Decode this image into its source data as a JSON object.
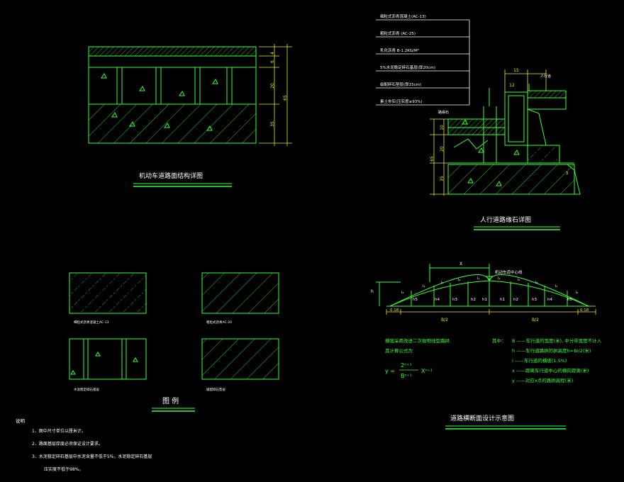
{
  "drawing": {
    "pavement_section": {
      "title": "机动车道路面结构详图",
      "dims": [
        "4",
        "6",
        "20",
        "35",
        "65"
      ]
    },
    "curb_detail": {
      "title": "人行道路缘石详图",
      "callouts": [
        "细粒式沥青混凝土(AC-13)",
        "粗粒式沥青 (AC-25)",
        "乳化沥青 B-1.2KG/M²",
        "5%水泥稳定碎石基层(厚20cm)",
        "级配碎石垫层(厚15cm)",
        "素土夯实(压实度≥93%)"
      ],
      "dims_top": [
        "15",
        "12"
      ],
      "dims_left": [
        "10",
        "20",
        "35",
        "65"
      ],
      "labels": [
        "人行道",
        "路缘石",
        "3"
      ]
    },
    "legend": {
      "title": "图 例",
      "items": [
        "细粒式沥青混凝土AC-13",
        "粗粒式沥青AC-20",
        "水泥稳定碎石基层",
        "级配碎石垫层"
      ]
    },
    "camber": {
      "title": "道路横断面设计示意图",
      "crown_label": "机动车道中心线",
      "x_label": "X",
      "h_label": "h",
      "heights": [
        "h5",
        "h4",
        "h3",
        "h2",
        "h1",
        "h1",
        "h2",
        "h3",
        "h4",
        "h5"
      ],
      "slopes": [
        "i₅",
        "i₄",
        "i₃",
        "i₂",
        "i₁",
        "i₁",
        "i₂",
        "i₃",
        "i₄",
        "i₅"
      ],
      "dims": [
        "0.18",
        "B/2",
        "B/2",
        "0.18"
      ],
      "formula_note_1": "横坡采用改进二次抛物线型路拱",
      "formula_note_2": "其计算公式为",
      "formula_y": "y =",
      "formula_num": "2ⁿ⁺¹",
      "formula_den": "Bⁿ⁺¹",
      "formula_x": "Xⁿ⁺¹",
      "defs_head": "其中：",
      "defs": [
        "B ——车行道的宽度(米), 中分带宽度不计入",
        "h ——车行道路拱的拱高度h=Bi/2(米)",
        "i ——车行道的横坡(1.5%)",
        "x ——距离车行道中心的横向距离(米)",
        "y ——对应x点的路拱高程(米)"
      ]
    },
    "notes": {
      "head": "说明",
      "lines": [
        "1、图中尺寸单位以厘米计。",
        "2、路面基层厚度必须保证设计要求。",
        "3、水泥稳定碎石基层中水泥含量不低于5%，水泥稳定碎石基层",
        "压实度不低于98%。"
      ]
    },
    "colors": {
      "background": "#000000",
      "linework": "#39ff39",
      "text": "#ffffff",
      "dimensions": "#e8e832"
    }
  }
}
